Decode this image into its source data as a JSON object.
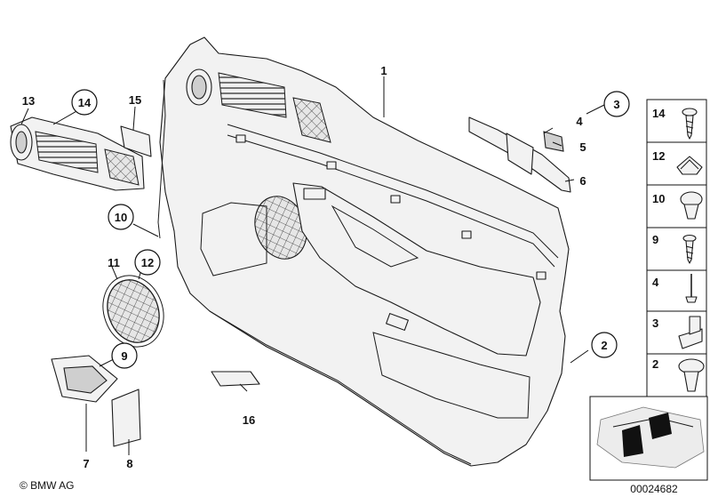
{
  "callouts": {
    "c1": "1",
    "c2": "2",
    "c3": "3",
    "c4": "4",
    "c5": "5",
    "c6": "6",
    "c7": "7",
    "c8": "8",
    "c9": "9",
    "c10": "10",
    "c11": "11",
    "c12": "12",
    "c13": "13",
    "c14": "14",
    "c15": "15",
    "c16": "16"
  },
  "sidebar": {
    "items": [
      "14",
      "12",
      "10",
      "9",
      "4",
      "3",
      "2"
    ]
  },
  "footer": {
    "copyright": "© BMW AG",
    "diagram_number": "00024682"
  }
}
